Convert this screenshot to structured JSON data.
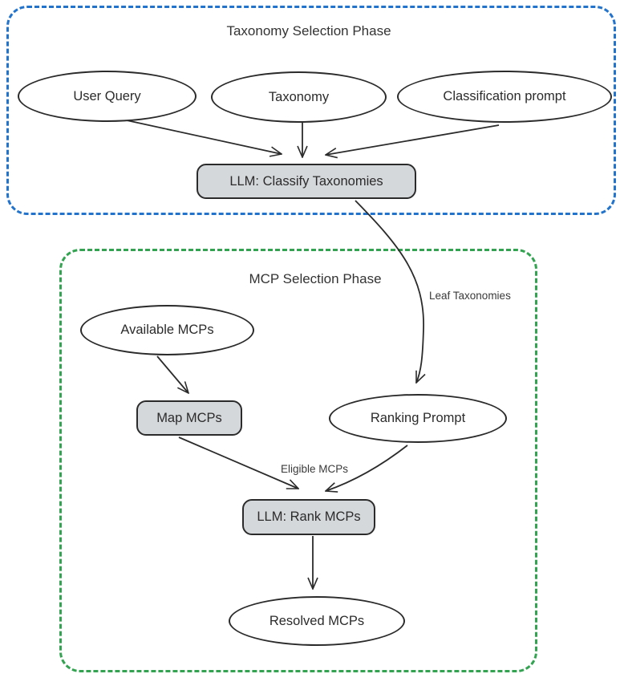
{
  "phases": {
    "taxonomy_selection": {
      "title": "Taxonomy Selection Phase",
      "border_color": "#2273cc"
    },
    "mcp_selection": {
      "title": "MCP Selection Phase",
      "border_color": "#33a351"
    }
  },
  "nodes": {
    "user_query": {
      "label": "User Query",
      "shape": "ellipse"
    },
    "taxonomy": {
      "label": "Taxonomy",
      "shape": "ellipse"
    },
    "classification_prompt": {
      "label": "Classification prompt",
      "shape": "ellipse"
    },
    "llm_classify_taxonomies": {
      "label": "LLM: Classify Taxonomies",
      "shape": "rounded-rect"
    },
    "available_mcps": {
      "label": "Available MCPs",
      "shape": "ellipse"
    },
    "map_mcps": {
      "label": "Map MCPs",
      "shape": "rounded-rect"
    },
    "ranking_prompt": {
      "label": "Ranking Prompt",
      "shape": "ellipse"
    },
    "llm_rank_mcps": {
      "label": "LLM: Rank MCPs",
      "shape": "rounded-rect"
    },
    "resolved_mcps": {
      "label": "Resolved MCPs",
      "shape": "ellipse"
    }
  },
  "edge_labels": {
    "leaf_taxonomies": "Leaf Taxonomies",
    "eligible_mcps": "Eligible MCPs"
  },
  "colors": {
    "node_border": "#2b2b2b",
    "process_fill": "#d5d8db",
    "ellipse_fill": "#ffffff",
    "edge_stroke": "#2b2b2b",
    "text": "#2b2b2b"
  }
}
